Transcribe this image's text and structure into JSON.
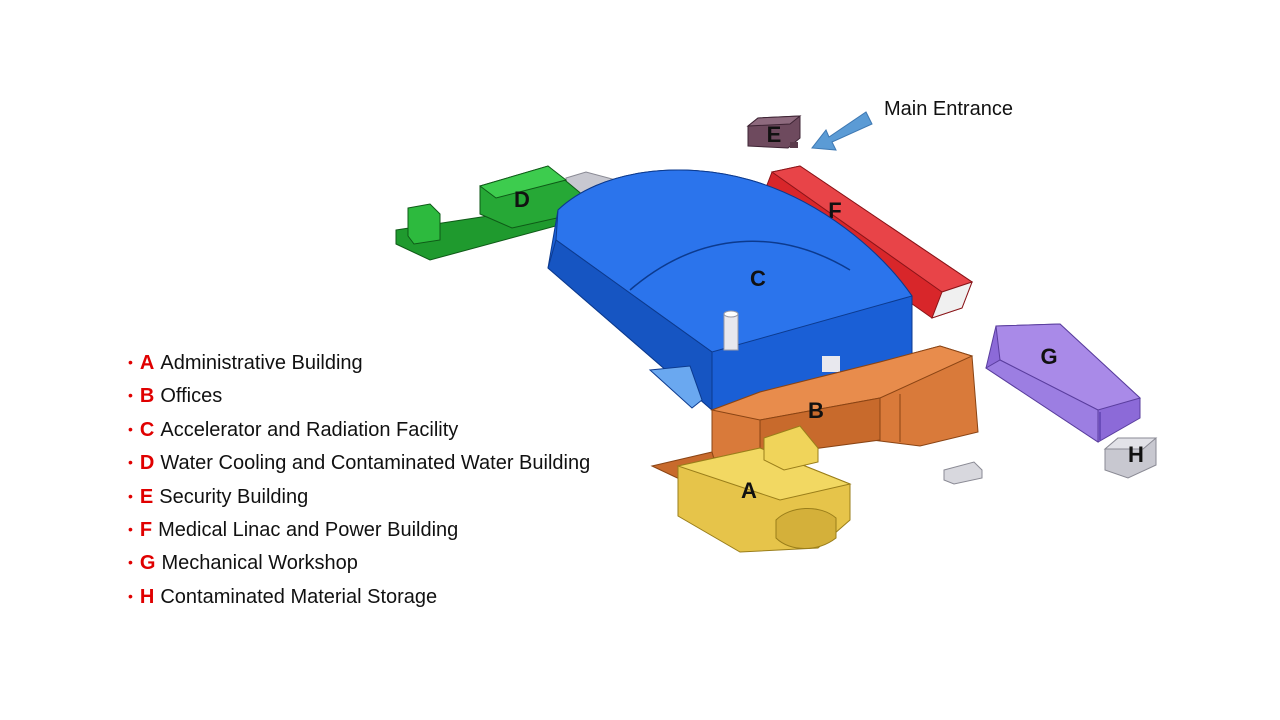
{
  "diagram": {
    "buildings": [
      {
        "letter": "A",
        "name": "Administrative Building",
        "color": "#e6c44a"
      },
      {
        "letter": "B",
        "name": "Offices",
        "color": "#d97a3a"
      },
      {
        "letter": "C",
        "name": "Accelerator and Radiation Facility",
        "color": "#1a5fd6"
      },
      {
        "letter": "D",
        "name": "Water Cooling and Contaminated Water Building",
        "color": "#1a9a2a"
      },
      {
        "letter": "E",
        "name": "Security Building",
        "color": "#6e4a5e"
      },
      {
        "letter": "F",
        "name": "Medical Linac and Power Building",
        "color": "#d8262a"
      },
      {
        "letter": "G",
        "name": "Mechanical Workshop",
        "color": "#9a7ae0"
      },
      {
        "letter": "H",
        "name": "Contaminated Material Storage",
        "color": "#d4d4dc"
      }
    ],
    "entrance_label": "Main Entrance",
    "arrow_color": "#5b9bd5",
    "legend_accent_color": "#e00000",
    "bullet_glyph": "•"
  }
}
